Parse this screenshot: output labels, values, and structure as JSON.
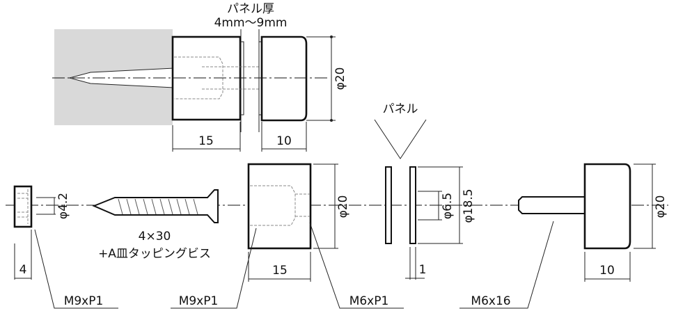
{
  "top_assembly": {
    "panel_thickness_label": "パネル厚",
    "panel_thickness_range": "4mm～9mm",
    "diameter": "φ20",
    "base_length": "15",
    "cap_length": "10"
  },
  "parts": {
    "nut": {
      "length": "4",
      "thread": "M9xP1",
      "hole_diameter": "φ4.2"
    },
    "screw": {
      "size": "4×30",
      "name": "+A皿タッピングビス"
    },
    "base": {
      "diameter": "φ20",
      "length": "15",
      "outer_thread": "M9xP1",
      "inner_thread": "M6xP1"
    },
    "panel": {
      "label": "パネル",
      "hole_diameter": "φ6.5",
      "outer_diameter": "φ18.5",
      "thickness": "1"
    },
    "cap": {
      "diameter": "φ20",
      "length": "10",
      "bolt": "M6x16"
    }
  }
}
